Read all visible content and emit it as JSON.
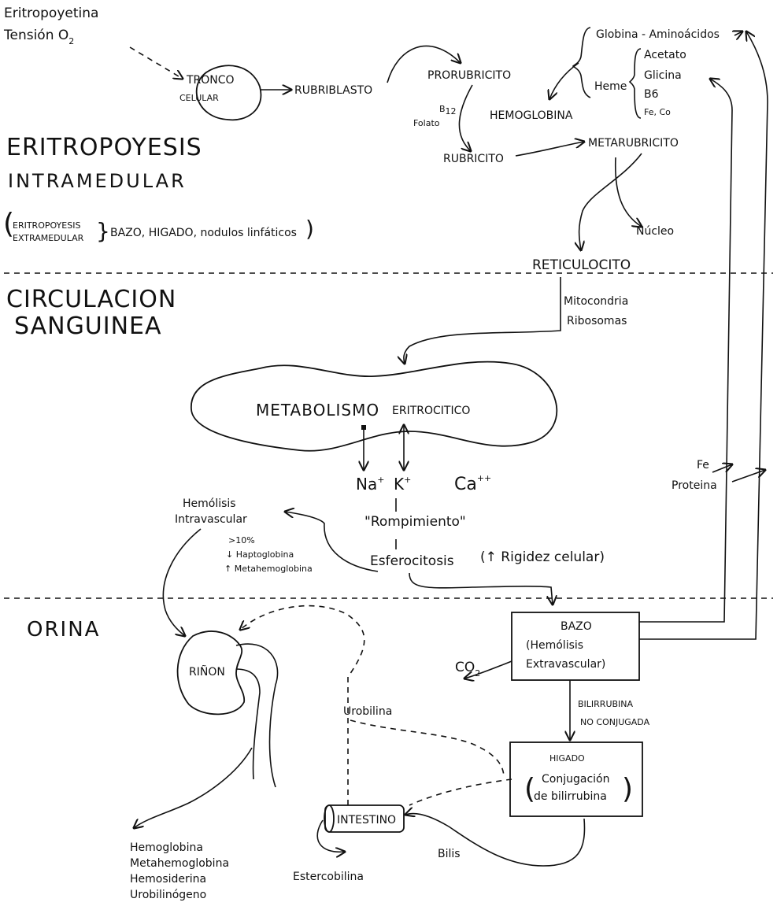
{
  "inputs": {
    "eritropoyetina": "Eritropoyetina",
    "tension": "Tensión O",
    "tension_sub": "2"
  },
  "chain": {
    "tronco_1": "TRONCO",
    "tronco_2": "CELULAR",
    "rubriblasto": "RUBRIBLASTO",
    "prorubricito": "PRORUBRICITO",
    "b12": "B",
    "b12_sub": "12",
    "folato": "Folato",
    "rubricito": "RUBRICITO",
    "metarubricito": "METARUBRICITO",
    "nucleo": "Núcleo",
    "reticulocito": "RETICULOCITO"
  },
  "hemoglobin": {
    "globina": "Globina - Aminoácidos",
    "heme": "Heme",
    "acetato": "Acetato",
    "glicina": "Glicina",
    "b6": "B6",
    "fe_co": "Fe, Co",
    "hemoglobina": "HEMOGLOBINA"
  },
  "sections": {
    "eritropoyesis": "ERITROPOYESIS",
    "intramedular": "INTRAMEDULAR",
    "extra_1": "ERITROPOYESIS",
    "extra_2": "EXTRAMEDULAR",
    "extra_sites": "BAZO, HIGADO, nodulos linfáticos",
    "circulacion": "CIRCULACION",
    "sanguinea": "SANGUINEA",
    "orina": "ORINA"
  },
  "circulation": {
    "mitocondria": "Mitocondria",
    "ribosomas": "Ribosomas",
    "metabolismo": "METABOLISMO",
    "eritrocitico": "ERITROCITICO",
    "na": "Na",
    "k": "K",
    "ca": "Ca",
    "plus": "+",
    "plus2": "++",
    "fe": "Fe",
    "proteina": "Proteina",
    "hemolisis": "Hemólisis",
    "intravascular": "Intravascular",
    "pct": ">10%",
    "haptoglobina": "↓ Haptoglobina",
    "metahemoglobina": "↑ Metahemoglobina",
    "rompimiento": "\"Rompimiento\"",
    "esferocitosis": "Esferocitosis",
    "rigidez": "(↑ Rigidez celular)"
  },
  "lower": {
    "bazo": "BAZO",
    "bazo_2": "(Hemólisis",
    "bazo_3": "Extravascular)",
    "co2": "CO",
    "co2_sub": "2",
    "bilirrubina_1": "BILIRRUBINA",
    "bilirrubina_2": "NO CONJUGADA",
    "higado": "HIGADO",
    "higado_2": "Conjugación",
    "higado_3": "de bilirrubina",
    "rinon": "RIÑON",
    "urobilina": "Urobilina",
    "intestino": "INTESTINO",
    "bilis": "Bilis",
    "estercobilina": "Estercobilina",
    "urine_items": [
      "Hemoglobina",
      "Metahemoglobina",
      "Hemosiderina",
      "Urobilinógeno"
    ]
  }
}
